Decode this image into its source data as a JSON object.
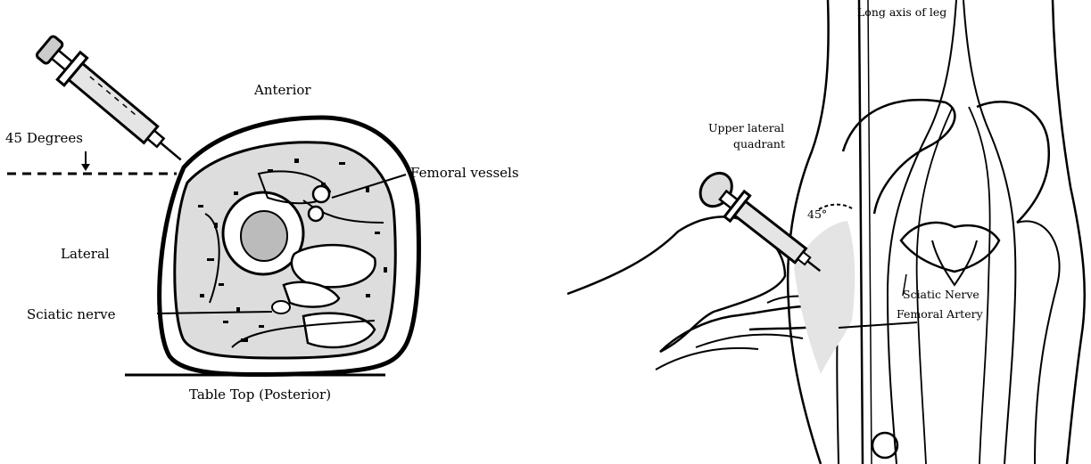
{
  "left_figure": {
    "labels": {
      "anterior": "Anterior",
      "degrees": "45 Degrees",
      "femoral_vessels": "Femoral vessels",
      "lateral": "Lateral",
      "sciatic_nerve": "Sciatic nerve",
      "table_top": "Table Top (Posterior)"
    }
  },
  "right_figure": {
    "labels": {
      "long_axis": "Long axis of leg",
      "upper_lateral_1": "Upper lateral",
      "upper_lateral_2": "quadrant",
      "sciatic_nerve": "Sciatic Nerve",
      "femoral_artery": "Femoral Artery",
      "angle": "45°"
    }
  }
}
